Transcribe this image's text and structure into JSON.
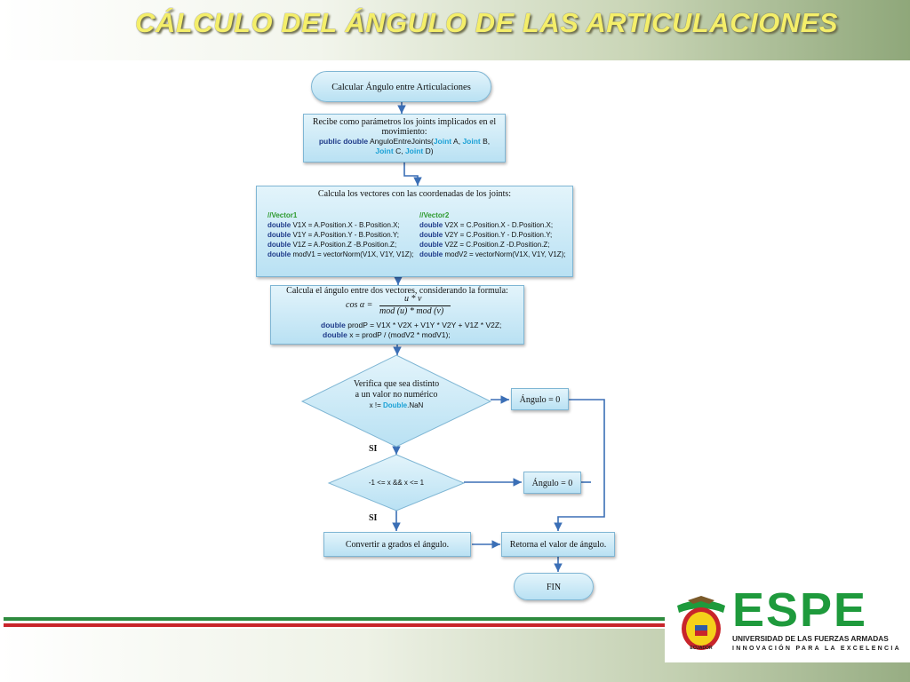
{
  "header": {
    "title": "CÁLCULO DEL ÁNGULO DE LAS ARTICULACIONES"
  },
  "flow": {
    "start": "Calcular Ángulo entre Articulaciones",
    "params": {
      "text": "Recibe como parámetros los joints implicados en el movimiento:",
      "kw": "public double",
      "method": "AnguloEntreJoints(",
      "t1": "Joint",
      "a1": " A, ",
      "t2": "Joint",
      "a2": " B,",
      "t3": "Joint",
      "a3": " C, ",
      "t4": "Joint",
      "a4": " D)"
    },
    "vectors": {
      "title": "Calcula los vectores  con las coordenadas  de los joints:",
      "left_comment": "//Vector1",
      "left": [
        "V1X = A.Position.X - B.Position.X;",
        "V1Y = A.Position.Y - B.Position.Y;",
        "V1Z = A.Position.Z -B.Position.Z;",
        "modV1 = vectorNorm(V1X, V1Y, V1Z);"
      ],
      "right_comment": "//Vector2",
      "right": [
        "V2X = C.Position.X  - D.Position.X;",
        "V2Y = C.Position.Y  - D.Position.Y;",
        "V2Z = C.Position.Z  -D.Position.Z;",
        "modV2 = vectorNorm(V1X, V1Y, V1Z);"
      ],
      "kw": "double"
    },
    "formula": {
      "title": "Calcula el ángulo entre dos vectores, considerando la formula:",
      "lhs": "cos α =",
      "numerator": "u * v",
      "denominator": "mod (u) * mod (v)",
      "kw": "double",
      "line1": " prodP = V1X * V2X + V1Y * V2Y + V1Z * V2Z;",
      "line2": " x = prodP / (modV2 * modV1);"
    },
    "decision1": {
      "text": "Verifica que sea distinto a un valor no numérico",
      "code_pre": "x != ",
      "code_type": "Double",
      "code_post": ".NaN"
    },
    "out1": "Ángulo = 0",
    "si1": "SI",
    "decision2": {
      "text": "-1 <= x && x <= 1"
    },
    "out2": "Ángulo = 0",
    "si2": "SI",
    "convert": "Convertir a grados el ángulo.",
    "return": "Retorna el valor de ángulo.",
    "end": "FIN"
  },
  "logo": {
    "brand": "ESPE",
    "university": "UNIVERSIDAD DE LAS FUERZAS ARMADAS",
    "motto": "INNOVACIÓN PARA LA EXCELENCIA",
    "seal_label": "ECUADOR"
  },
  "colors": {
    "title": "#f4ee6a",
    "brand_green": "#1e9a3c",
    "node_fill": "#b9e1f3",
    "connector": "#3b6fb6"
  }
}
